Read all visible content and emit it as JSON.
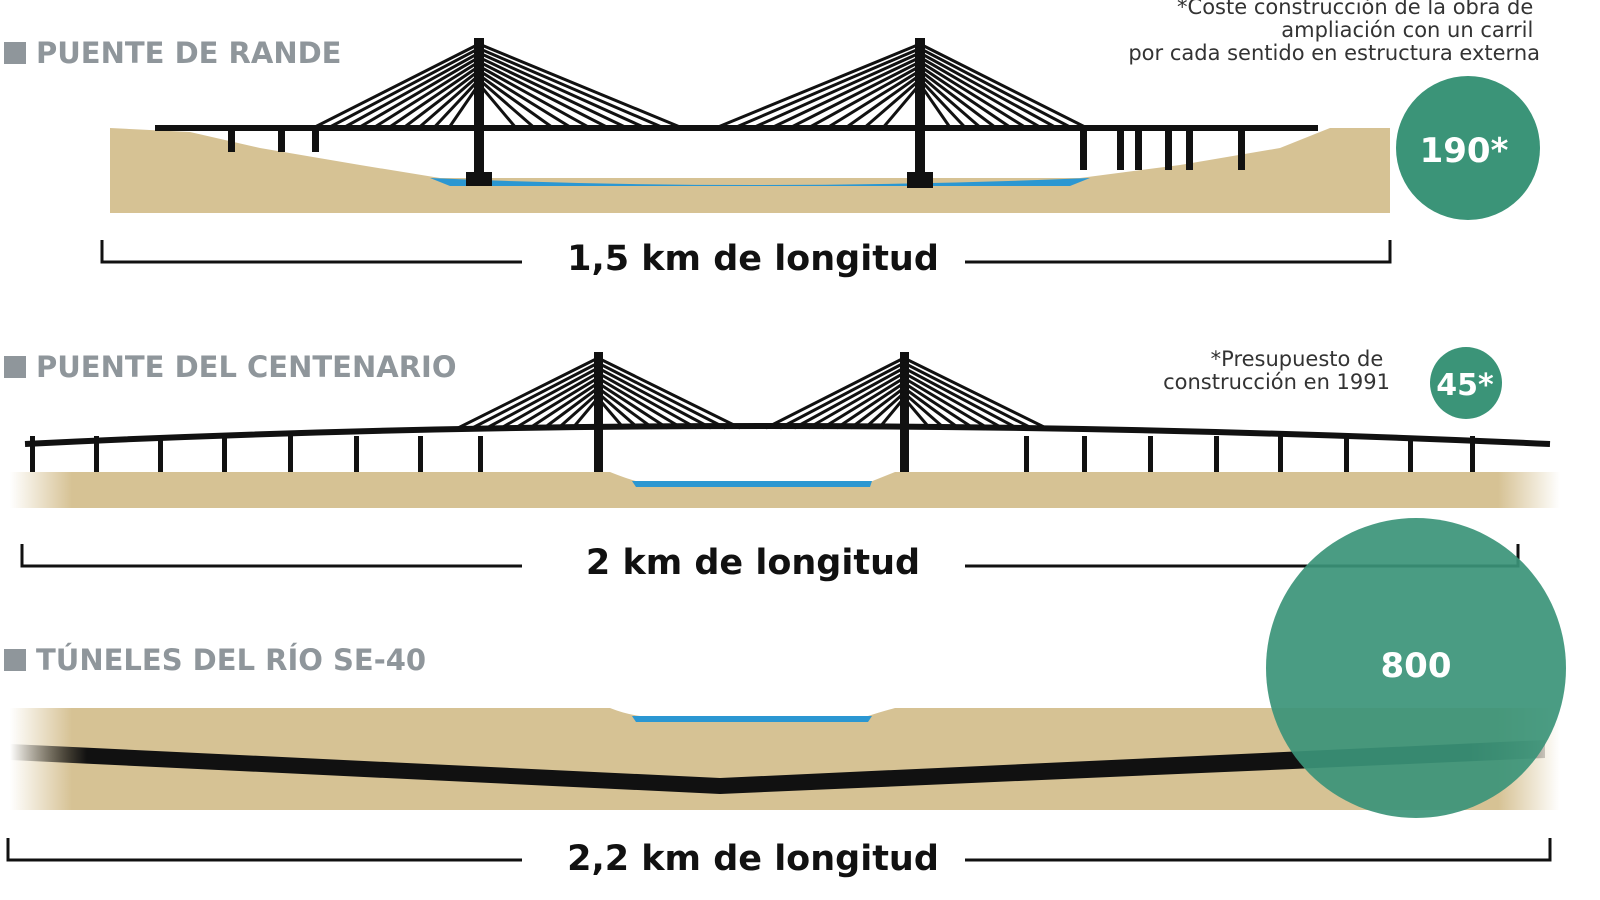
{
  "sections": [
    {
      "title": "PUENTE DE RANDE",
      "length_label": "1,5 km de longitud",
      "cost": "190*",
      "note": [
        "*Coste construcción de la obra de",
        "ampliación con un carril",
        "por cada sentido en estructura externa"
      ]
    },
    {
      "title": "PUENTE DEL CENTENARIO",
      "length_label": "2 km de longitud",
      "cost": "45*",
      "note": [
        "*Presupuesto de",
        "construcción en 1991"
      ]
    },
    {
      "title": "TÚNELES DEL RÍO SE-40",
      "length_label": "2,2 km de longitud",
      "cost": "800"
    }
  ],
  "colors": {
    "ground": "#d6c294",
    "water": "#2b97d2",
    "structure": "#111111",
    "cost_circle": "#3b9478",
    "title_gray": "#8f969b"
  }
}
